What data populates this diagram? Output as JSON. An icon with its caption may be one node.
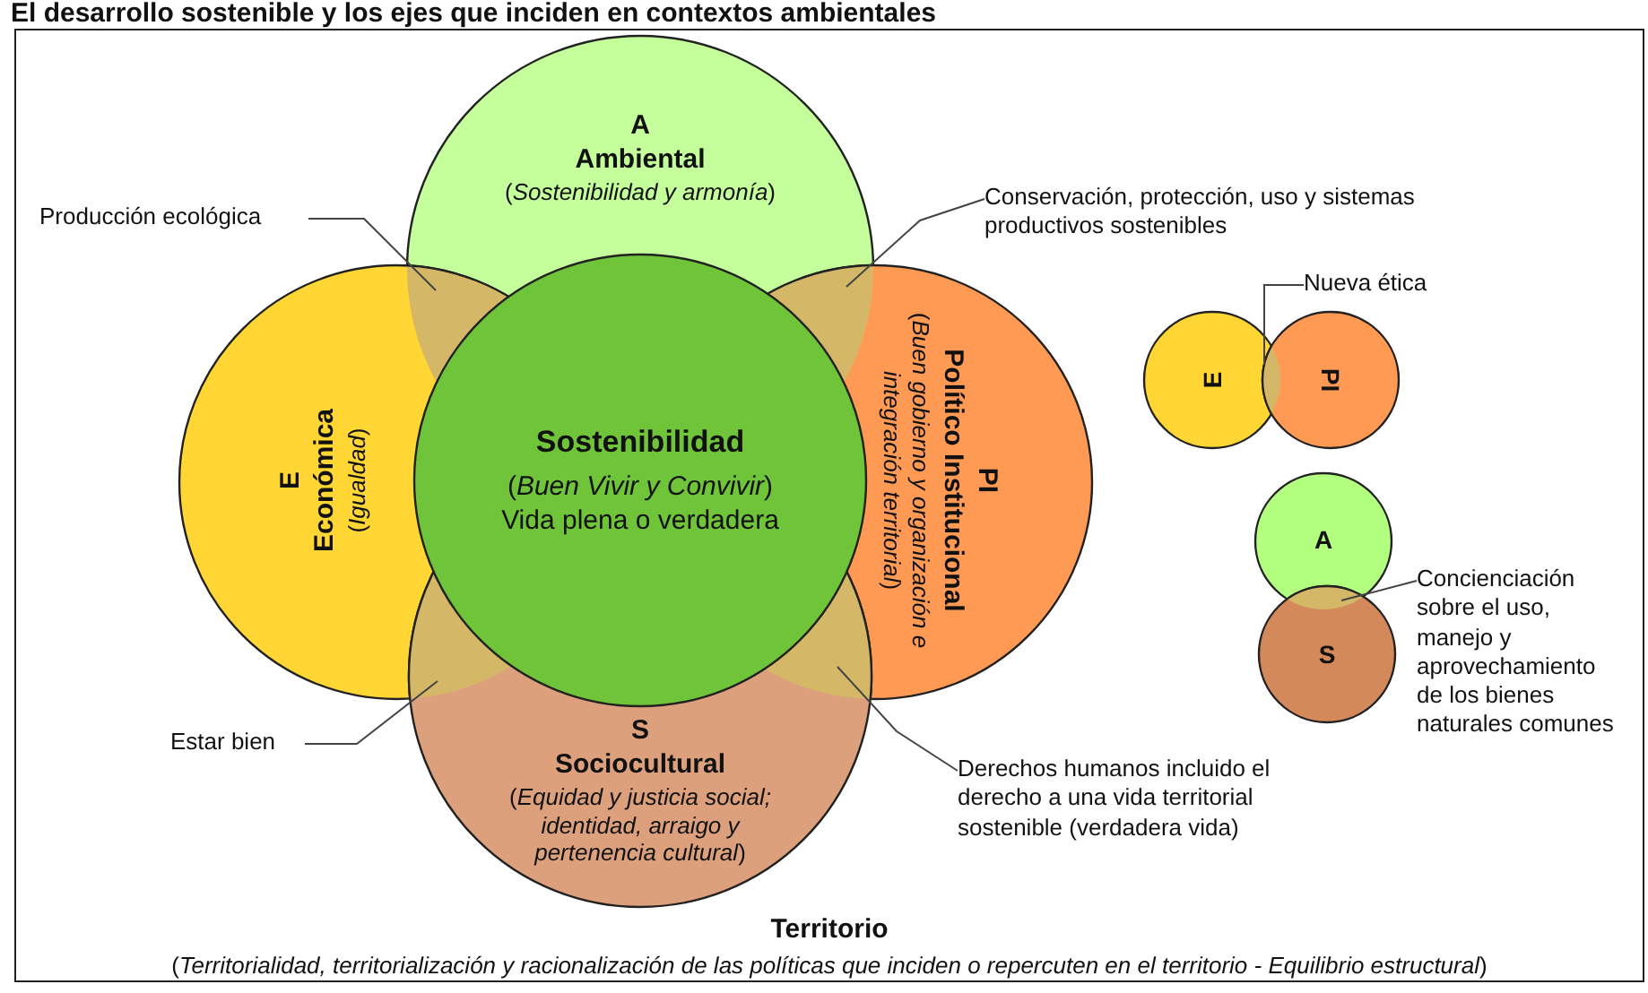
{
  "diagram": {
    "title": "El desarrollo sostenible y los ejes que inciden en contextos ambientales",
    "nodes": [
      {
        "text": [
          "Territorio",
          "(*Territorialidad, territorialización y racionalización de las políticas que inciden o repercuten en el territorio - Equilibrio estructural*)"
        ]
      },
      {
        "text": [
          "A",
          "Ambiental",
          "(*Sostenibilidad y armonía*)"
        ],
        "in": 0
      },
      {
        "text": [
          "E",
          "Económica",
          "(*Igualdad*)"
        ],
        "in": 0
      },
      {
        "text": [
          "PI",
          "Político Institucional",
          "(*Buen gobierno y organización e integración territorial*)"
        ],
        "in": 0
      },
      {
        "text": [
          "S",
          "Sociocultural",
          "(*Equidad y justicia social; identidad, arraigo y pertenencia cultural*)"
        ],
        "in": 0
      },
      {
        "text": [
          "Sostenibilidad",
          "(*Buen Vivir y Convivir*)",
          "Vida plena o verdadera"
        ],
        "in": 0
      },
      {
        "text": [
          "Producción ecológica"
        ],
        "in": 0
      },
      {
        "text": [
          "Conservación, protección, uso y sistemas productivos sostenibles"
        ],
        "in": 0
      },
      {
        "text": [
          "Estar bien"
        ],
        "in": 0
      },
      {
        "text": [
          "Derechos humanos incluido el derecho a una vida territorial sostenible (verdadera vida)"
        ],
        "in": 0
      },
      {
        "text": [
          "E"
        ],
        "in": 0
      },
      {
        "text": [
          "PI"
        ],
        "in": 0
      },
      {
        "text": [
          "Nueva ética"
        ],
        "in": 0
      },
      {
        "text": [
          "A"
        ],
        "in": 0
      },
      {
        "text": [
          "S"
        ],
        "in": 0
      },
      {
        "text": [
          "Concienciación sobre el uso, manejo y aprovechamiento de los bienes naturales comunes"
        ],
        "in": 0
      }
    ],
    "edges": [
      {
        "from": 6,
        "to": 2,
        "arrow": "none"
      },
      {
        "from": 7,
        "to": 3,
        "arrow": "none"
      },
      {
        "from": 8,
        "to": 2,
        "arrow": "none"
      },
      {
        "from": 9,
        "to": 3,
        "arrow": "none"
      },
      {
        "from": 12,
        "to": 10,
        "arrow": "none"
      },
      {
        "from": 15,
        "to": 13,
        "arrow": "none"
      }
    ]
  }
}
